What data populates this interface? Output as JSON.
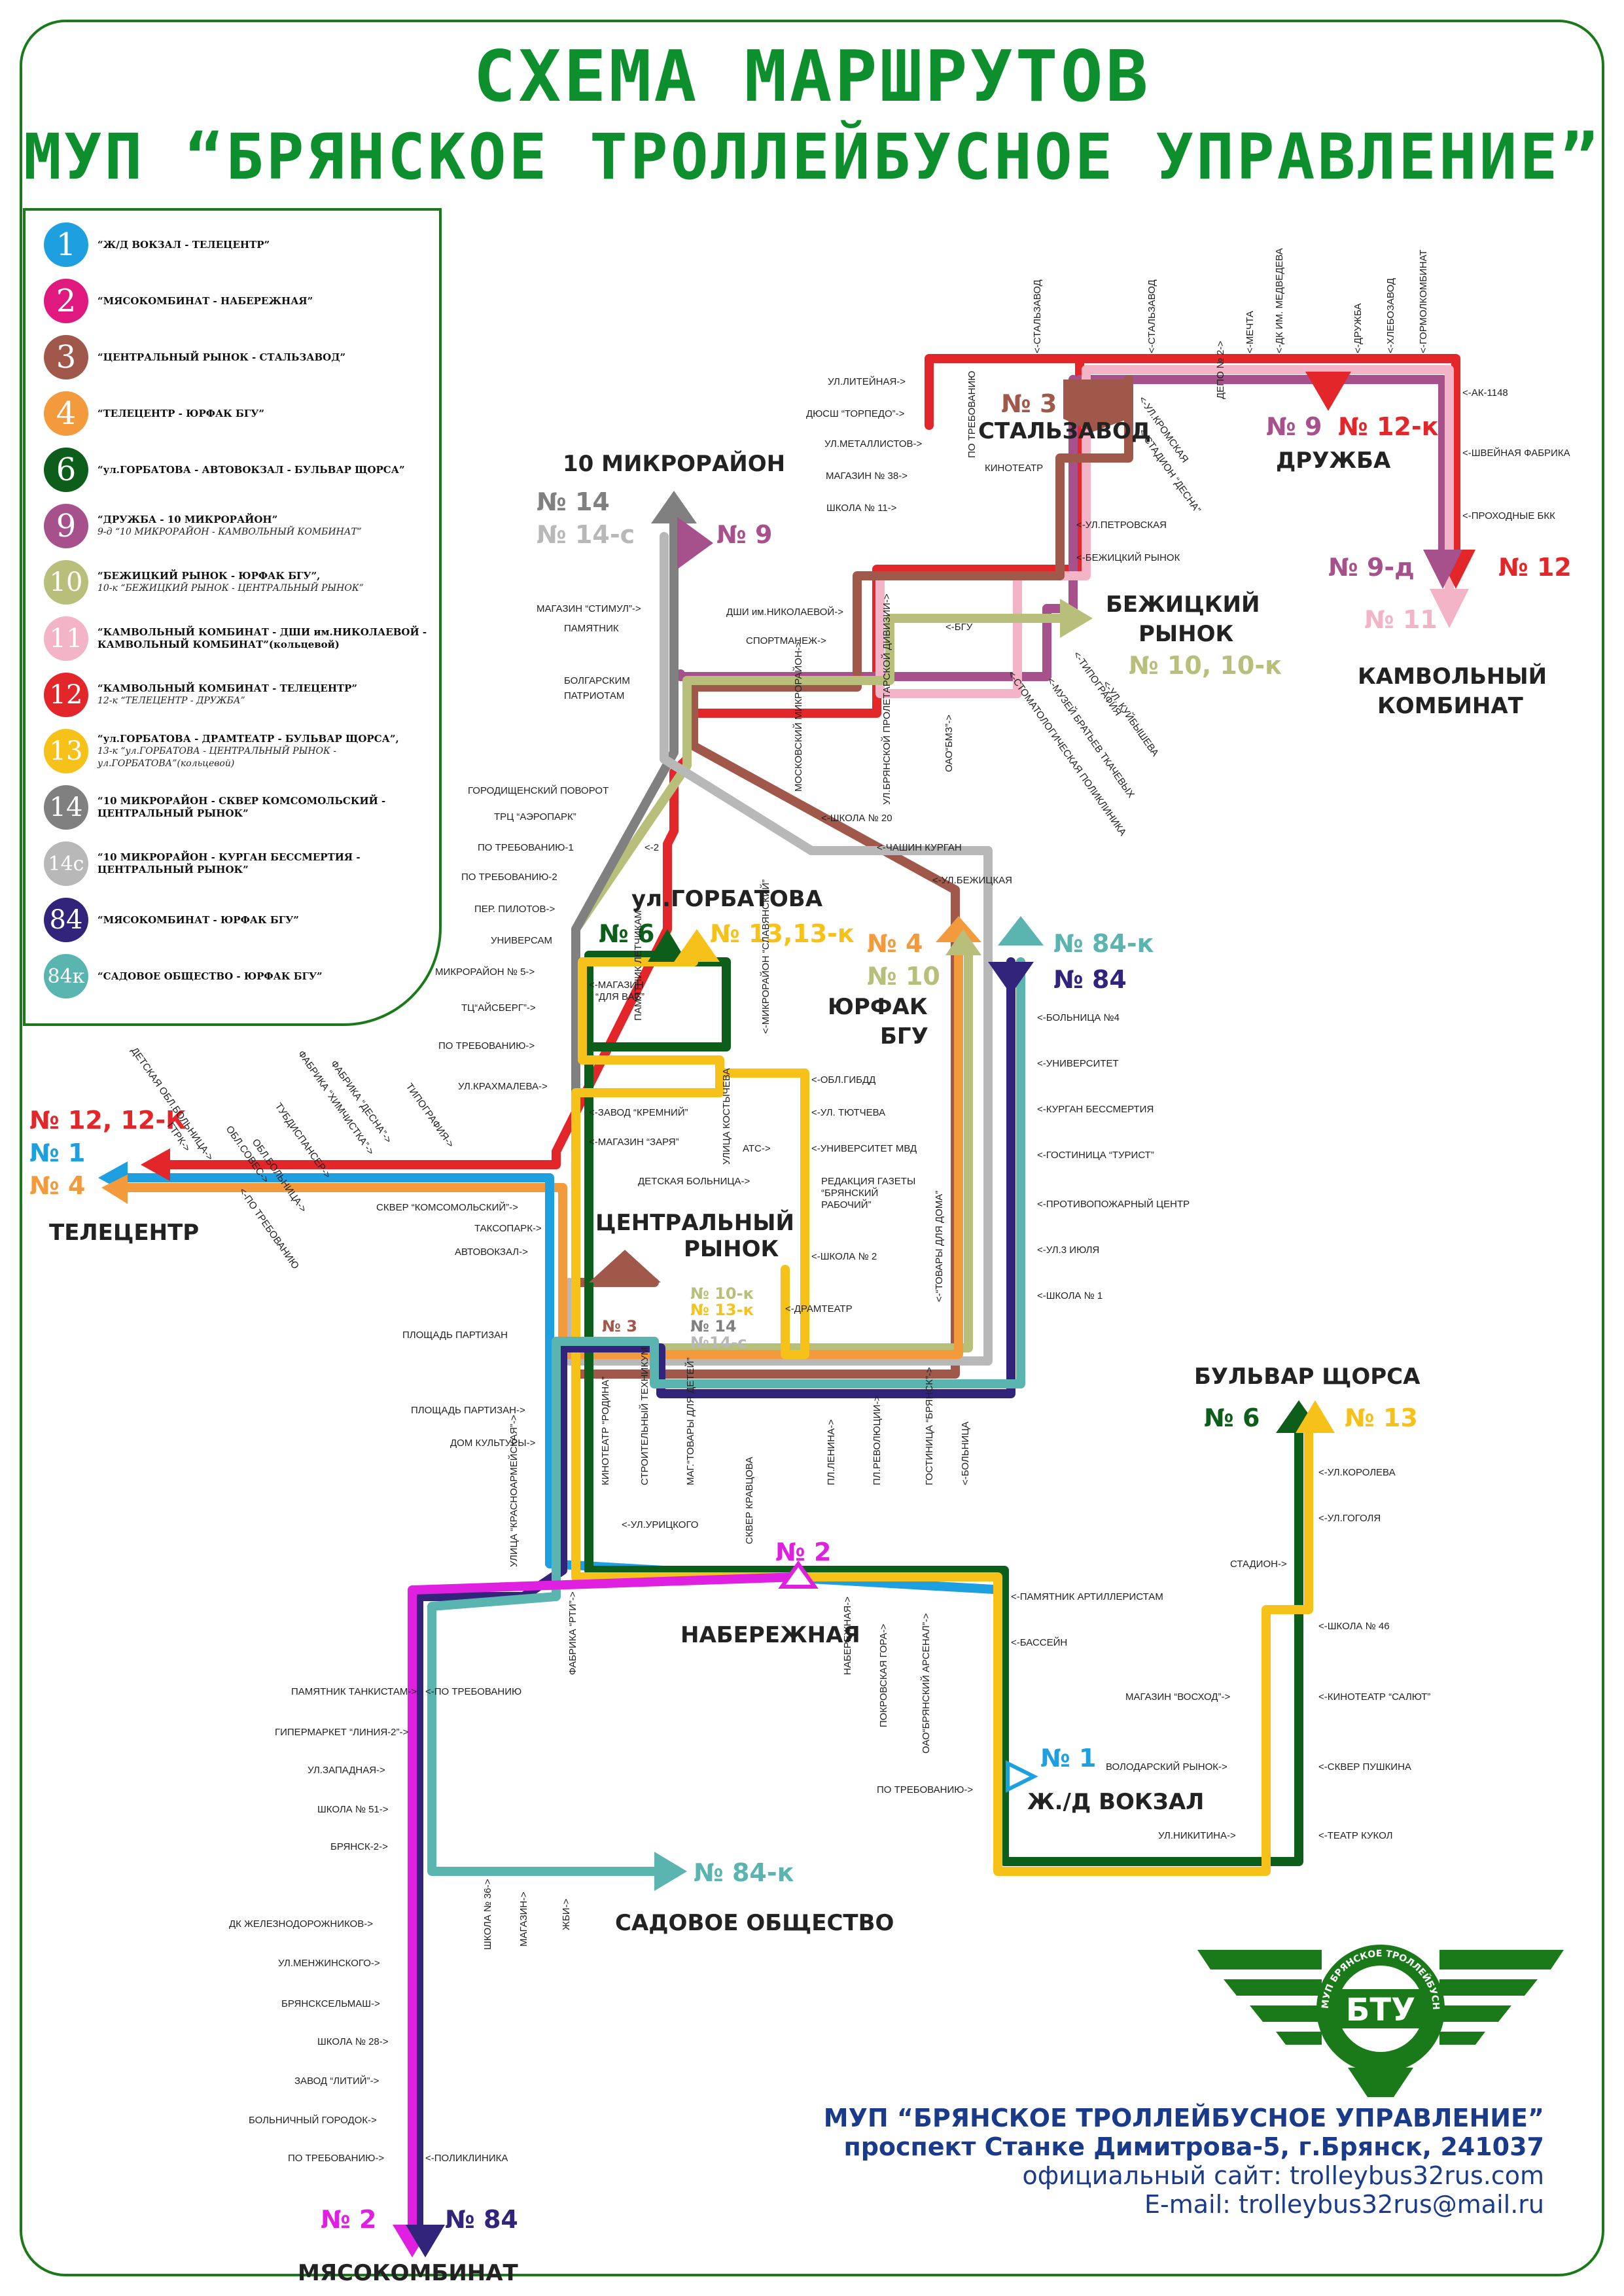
{
  "title": {
    "line1": "СХЕМА МАРШРУТОВ",
    "line2": "МУП “БРЯНСКОЕ ТРОЛЛЕЙБУСНОЕ УПРАВЛЕНИЕ”"
  },
  "legend": [
    {
      "num": "1",
      "color": "#1ea0e0",
      "text": "“Ж/Д ВОКЗАЛ - ТЕЛЕЦЕНТР”",
      "sub": ""
    },
    {
      "num": "2",
      "color": "#e0197f",
      "text": "“МЯСОКОМБИНАТ - НАБЕРЕЖНАЯ”",
      "sub": ""
    },
    {
      "num": "3",
      "color": "#a0584a",
      "text": "“ЦЕНТРАЛЬНЫЙ РЫНОК - СТАЛЬЗАВОД”",
      "sub": ""
    },
    {
      "num": "4",
      "color": "#f39a3c",
      "text": "“ТЕЛЕЦЕНТР - ЮРФАК БГУ”",
      "sub": ""
    },
    {
      "num": "6",
      "color": "#0d5e1a",
      "text": "“ул.ГОРБАТОВА - АВТОВОКЗАЛ - БУЛЬВАР ЩОРСА”",
      "sub": ""
    },
    {
      "num": "9",
      "color": "#a6508c",
      "text": "“ДРУЖБА - 10 МИКРОРАЙОН”",
      "sub": "9-д   “10 МИКРОРАЙОН - КАМВОЛЬНЫЙ КОМБИНАТ”"
    },
    {
      "num": "10",
      "color": "#b8bf7a",
      "text": "“БЕЖИЦКИЙ РЫНОК - ЮРФАК БГУ”,",
      "sub": "10-к   “БЕЖИЦКИЙ РЫНОК - ЦЕНТРАЛЬНЫЙ РЫНОК”"
    },
    {
      "num": "11",
      "color": "#f4b4c8",
      "text": "“КАМВОЛЬНЫЙ КОМБИНАТ - ДШИ им.НИКОЛАЕВОЙ - КАМВОЛЬНЫЙ КОМБИНАТ”(кольцевой)",
      "sub": ""
    },
    {
      "num": "12",
      "color": "#e3262a",
      "text": "“КАМВОЛЬНЫЙ КОМБИНАТ - ТЕЛЕЦЕНТР”",
      "sub": "12-к   “ТЕЛЕЦЕНТР - ДРУЖБА”"
    },
    {
      "num": "13",
      "color": "#f6c21a",
      "text": "“ул.ГОРБАТОВА - ДРАМТЕАТР - БУЛЬВАР ЩОРСА”,",
      "sub": "13-к  “ул.ГОРБАТОВА - ЦЕНТРАЛЬНЫЙ РЫНОК - ул.ГОРБАТОВА”(кольцевой)"
    },
    {
      "num": "14",
      "color": "#808080",
      "text": "“10 МИКРОРАЙОН - СКВЕР КОМСОМОЛЬСКИЙ - ЦЕНТРАЛЬНЫЙ РЫНОК”",
      "sub": ""
    },
    {
      "num": "14с",
      "color": "#b8b8b8",
      "text": "“10 МИКРОРАЙОН - КУРГАН БЕССМЕРТИЯ - ЦЕНТРАЛЬНЫЙ РЫНОК”",
      "sub": ""
    },
    {
      "num": "84",
      "color": "#32247a",
      "text": "“МЯСОКОМБИНАТ - ЮРФАК БГУ”",
      "sub": ""
    },
    {
      "num": "84к",
      "color": "#5ab4b0",
      "text": "“САДОВОЕ ОБЩЕСТВО - ЮРФАК БГУ”",
      "sub": ""
    }
  ],
  "terminals": {
    "stalzavod": "СТАЛЬЗАВОД",
    "druzhba": "ДРУЖБА",
    "mikro10": "10 МИКРОРАЙОН",
    "bezh1": "БЕЖИЦКИЙ",
    "bezh2": "РЫНОК",
    "kamv1": "КАМВОЛЬНЫЙ",
    "kamv2": "КОМБИНАТ",
    "gorbatova": "ул.ГОРБАТОВА",
    "yurfak1": "ЮРФАК",
    "yurfak2": "БГУ",
    "telecentr": "ТЕЛЕЦЕНТР",
    "centr1": "ЦЕНТРАЛЬНЫЙ",
    "centr2": "РЫНОК",
    "shchorsa": "БУЛЬВАР ЩОРСА",
    "naber": "НАБЕРЕЖНАЯ",
    "vokzal": "Ж./Д ВОКЗАЛ",
    "sadovoe": "САДОВОЕ ОБЩЕСТВО",
    "myaso": "МЯСОКОМБИНАТ"
  },
  "route_labels": {
    "r3": "№ 3",
    "r9a": "№ 9",
    "r12k": "№ 12-к",
    "r14": "№ 14",
    "r14c": "№ 14-с",
    "r9b": "№ 9",
    "r1010k": "№ 10, 10-к",
    "r9d": "№ 9-д",
    "r12": "№ 12",
    "r11": "№ 11",
    "r6a": "№ 6",
    "r1313k": "№ 13,13-к",
    "r4": "№ 4",
    "r10": "№ 10",
    "r84k": "№ 84-к",
    "r84": "№ 84",
    "r1212k": "№ 12, 12-К",
    "r1": "№ 1",
    "r4b": "№ 4",
    "c3": "№ 3",
    "c10k": "№ 10-к",
    "c13k": "№ 13-к",
    "c14": "№ 14",
    "c14c": "№14-с",
    "r6b": "№ 6",
    "r13": "№ 13",
    "r2": "№ 2",
    "r1b": "№ 1",
    "r84kb": "№ 84-к",
    "r2b": "№ 2",
    "r84b": "№ 84"
  },
  "stops": {
    "litein": "УЛ.ЛИТЕЙНАЯ->",
    "torpedo": "ДЮСШ “ТОРПЕДО”->",
    "metall": "УЛ.МЕТАЛЛИСТОВ->",
    "mag38": "МАГАЗИН № 38->",
    "shk11": "ШКОЛА № 11->",
    "kinoteatr": "КИНОТЕАТР",
    "petrov": "<-УЛ.ПЕТРОВСКАЯ",
    "bezhr": "<-БЕЖИЦКИЙ РЫНОК",
    "ak1148": "<-АК-1148",
    "shveyn": "<-ШВЕЙНАЯ ФАБРИКА",
    "prokh": "<-ПРОХОДНЫЕ БКК",
    "stimul": "МАГАЗИН “СТИМУЛ”->",
    "pam1": "ПАМЯТНИК",
    "pam2": "БОЛГАРСКИМ",
    "pam3": "ПАТРИОТАМ",
    "dshi": "ДШИ им.НИКОЛАЕВОЙ->",
    "sportm": "СПОРТМАНЕЖ->",
    "bgu": "<-БГУ",
    "gorodpov": "ГОРОДИЩЕНСКИЙ ПОВОРОТ",
    "aeropark": "ТРЦ “АЭРОПАРК”",
    "treb1": "ПО ТРЕБОВАНИЮ-1",
    "treb2": "ПО ТРЕБОВАНИЮ-2",
    "pilot": "ПЕР. ПИЛОТОВ->",
    "univer": "УНИВЕРСАМ",
    "mikro5": "МИКРОРАЙОН № 5->",
    "aisberg": "ТЦ“АЙСБЕРГ”->",
    "treb": "ПО ТРЕБОВАНИЮ->",
    "krakh": "УЛ.КРАХМАЛЕВА->",
    "skvkom": "СКВЕР “КОМСОМОЛЬСКИЙ”->",
    "taxi": "ТАКСОПАРК->",
    "avtov": "АВТОВОКЗАЛ->",
    "plpart": "ПЛОЩАДЬ ПАРТИЗАН",
    "plpart2": "ПЛОЩАДЬ ПАРТИЗАН->",
    "domkult": "ДОМ КУЛЬТУРЫ->",
    "shk20": "<-ШКОЛА № 20",
    "chashin": "<-ЧАШИН КУРГАН",
    "bezhul": "<-УЛ.БЕЖИЦКАЯ",
    "c2": "<-2",
    "boln4": "<-БОЛЬНИЦА №4",
    "univ": "<-УНИВЕРСИТЕТ",
    "kurgan": "<-КУРГАН  БЕССМЕРТИЯ",
    "turist": "<-ГОСТИНИЦА “ТУРИСТ”",
    "protiv": "<-ПРОТИВОПОЖАРНЫЙ ЦЕНТР",
    "iyulya": "<-УЛ.3 ИЮЛЯ",
    "shk1": "<-ШКОЛА № 1",
    "gibdd": "<-ОБЛ.ГИБДД",
    "tyutch": "<-УЛ. ТЮТЧЕВА",
    "ats": "АТС->",
    "univmvd": "<-УНИВЕРСИТЕТ  МВД",
    "detb": "ДЕТСКАЯ БОЛЬНИЦА->",
    "red1": "РЕДАКЦИЯ ГАЗЕТЫ",
    "red2": "“БРЯНСКИЙ",
    "red3": "РАБОЧИЙ”",
    "shk2": "<-ШКОЛА № 2",
    "dramt": "<-ДРАМТЕАТР",
    "kreml": "<-ЗАВОД “КРЕМНИЙ”",
    "zarya": "<-МАГАЗИН “ЗАРЯ”",
    "magv1": "<-МАГАЗИН",
    "magv2": "“ДЛЯ ВАС”",
    "korol": "<-УЛ.КОРОЛЕВА",
    "gogol": "<-УЛ.ГОГОЛЯ",
    "stadion": "СТАДИОН->",
    "shk46": "<-ШКОЛА № 46",
    "voskhod": "МАГАЗИН “ВОСХОД”->",
    "salut": "<-КИНОТЕАТР “САЛЮТ”",
    "volod": "ВОЛОДАРСКИЙ РЫНОК->",
    "pushk": "<-СКВЕР ПУШКИНА",
    "nikit": "УЛ.НИКИТИНА->",
    "kukol": "<-ТЕАТР КУКОЛ",
    "artil": "<-ПАМЯТНИК АРТИЛЛЕРИСТАМ",
    "bass": "<-БАССЕЙН",
    "trebv": "ПО ТРЕБОВАНИЮ->",
    "tank": "ПАМЯТНИК ТАНКИСТАМ->",
    "trebm": "<-ПО ТРЕБОВАНИЮ",
    "liniya": "ГИПЕРМАРКЕТ “ЛИНИЯ-2”->",
    "zapad": "УЛ.ЗАПАДНАЯ->",
    "shk51": "ШКОЛА № 51->",
    "br2": "БРЯНСК-2->",
    "dkzh": "ДК ЖЕЛЕЗНОДОРОЖНИКОВ->",
    "menzh": "УЛ.МЕНЖИНСКОГО->",
    "bselmash": "БРЯНСКСЕЛЬМАШ->",
    "shk28": "ШКОЛА № 28->",
    "litiy": "ЗАВОД  “ЛИТИЙ”->",
    "bolngor": "БОЛЬНИЧНЫЙ ГОРОДОК->",
    "trebp": "ПО ТРЕБОВАНИЮ->",
    "polikl": "<-ПОЛИКЛИНИКА",
    "urits": "<-УЛ.УРИЦКОГО"
  },
  "vstops_top": [
    "<-СТАЛЬЗАВОД",
    "<-СТАЛЬЗАВОД",
    "<-МЕЧТА",
    "<-ДК  ИМ. МЕДВЕДЕВА",
    "<-ДРУЖБА",
    "<-ХЛЕБОЗАВОД",
    "<-ГОРМОЛКОМБИНАТ",
    "ДЕПО № 2->",
    "ПО ТРЕБОВАНИЮ"
  ],
  "vstops_mid": [
    "МОСКОВСКИЙ МИКРОРАЙОН->",
    "УЛ.БРЯНСКОЙ ПРОЛЕТАРСКОЙ ДИВИЗИИ->",
    "ОАО“БМЗ”->"
  ],
  "dstops_right": [
    "<-ТИПОГРАФИЯ",
    "<-УЛ. КУЙБЫШЕВА",
    "<-МУЗЕЙ БРАТЬЕВ ТКАЧЕВЫХ",
    "<-СТОМАТОЛОГИЧЕСКАЯ ПОЛИКЛИНИКА",
    "<-УЛ.КРОМСКАЯ",
    "<-СТАДИОН “ДЕСНА”"
  ],
  "dstops_left": [
    "ДЕТСКАЯ ОБЛ.БОЛЬНИЦА->",
    "ГТРК->",
    "ОБЛ.СОВЕС->",
    "ОБЛ.БОЛЬНИЦА->",
    "ТУБДИСПАНСЕР->",
    "ФАБРИКА “ХИМЧИСТКА”->",
    "ФАБРИКА “ДЕСНА”->",
    "ТИПОГРАФИЯ->",
    "<-ПО ТРЕБОВАНИЮ"
  ],
  "vstops_low": [
    "УЛИЦА “КРАСНОАРМЕЙСКАЯ”->",
    "КИНОТЕАТР “РОДИНА”",
    "СТРОИТЕЛЬНЫЙ ТЕХНИКУМ",
    "МАГ.“ТОВАРЫ ДЛЯ ДЕТЕЙ”",
    "ПЛ.ЛЕНИНА->",
    "ПЛ.РЕВОЛЮЦИИ->",
    "ГОСТИНИЦА “БРЯНСК”->",
    "<-БОЛЬНИЦА",
    "ФАБРИКА “РТИ”->",
    "СКВЕР КРАВЦОВА",
    "НАБЕРЕЖНАЯ->",
    "ПОКРОВСКАЯ ГОРА->",
    "ОАО“БРЯНСКИЙ АРСЕНАЛ”->",
    "УЛИЦА КОСТЫЧЕВА",
    "<-МИКРОРАЙОН “СЛАВЯНСКИЙ”",
    "<-“ТОВАРЫ ДЛЯ ДОМА”",
    "ПАМЯТНИК ЛЕТЧИКАМ"
  ],
  "vstops_sad": [
    "ШКОЛА № 36->",
    "МАГАЗИН->",
    "ЖБИ->"
  ],
  "footer": {
    "l1": "МУП “БРЯНСКОЕ ТРОЛЛЕЙБУСНОЕ УПРАВЛЕНИЕ”",
    "l2": "проспект Станке Димитрова-5, г.Брянск, 241037",
    "l3": "официальный сайт: trolleybus32rus.com",
    "l4": "E-mail: trolleybus32rus@mail.ru"
  },
  "logo": {
    "text": "БТУ",
    "ring": "МУП БРЯНСКОЕ ТРОЛЛЕЙБУСНОЕ УПРАВЛЕНИЕ"
  },
  "colors": {
    "frame": "#1a7a1a",
    "title": "#0e8f2e",
    "r1": "#1ea0e0",
    "r2": "#e020e0",
    "r3": "#a0584a",
    "r4": "#f39a3c",
    "r6": "#0d5e1a",
    "r9": "#a6508c",
    "r10": "#b8bf7a",
    "r11": "#f4b4c8",
    "r12": "#e3262a",
    "r13": "#f6c21a",
    "r14": "#808080",
    "r14c": "#b8b8b8",
    "r84": "#32247a",
    "r84k": "#5ab4b0"
  }
}
